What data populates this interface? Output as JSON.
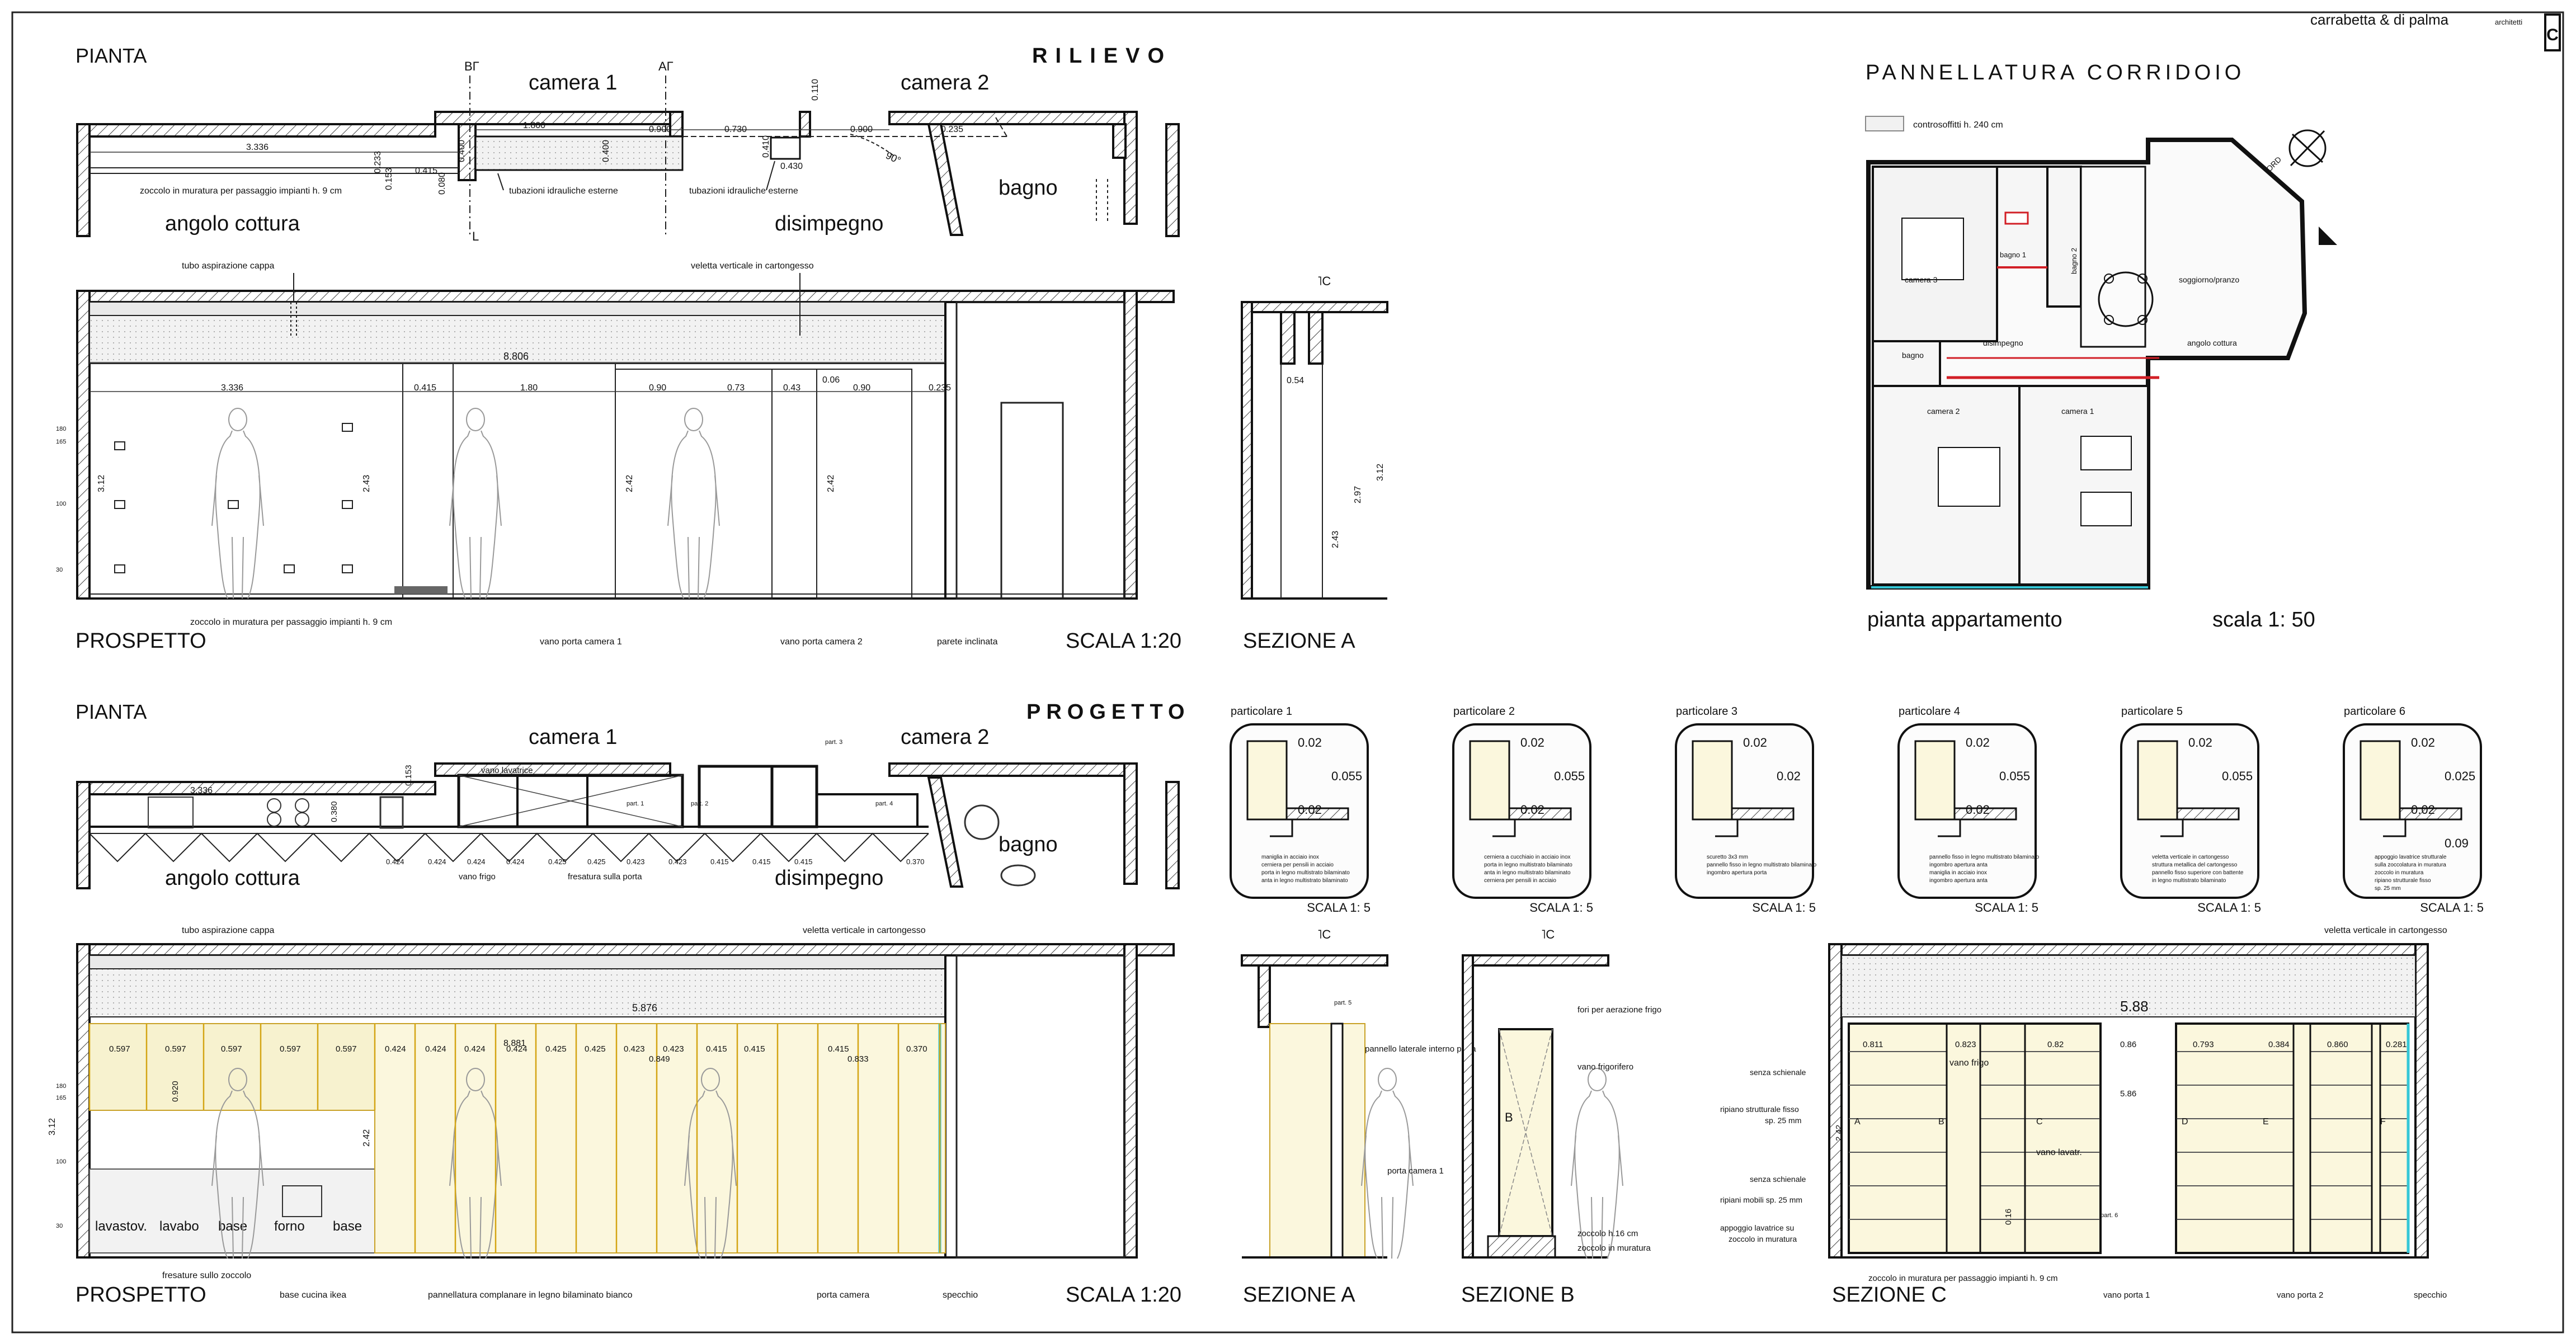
{
  "sheet": {
    "firm": "carrabetta & di palma",
    "firm_sub": "architetti",
    "logo": "C",
    "accent_red": "#d21f26",
    "accent_yellow": "#d4a514",
    "accent_cyan": "#35c7d6"
  },
  "rilievo": {
    "section_title": "RILIEVO",
    "pianta_label": "PIANTA",
    "prospetto_label": "PROSPETTO",
    "scale": "SCALA 1:20",
    "rooms": {
      "camera1": "camera 1",
      "camera2": "camera 2",
      "angolo_cottura": "angolo cottura",
      "disimpegno": "disimpegno",
      "bagno": "bagno"
    },
    "section_marks": {
      "b": "BΓ",
      "a": "AΓ",
      "c": "˥C",
      "l": "L",
      "g": "Γ"
    },
    "plan_dims": [
      "3.336",
      "0.415",
      "1.800",
      "0.900",
      "0.730",
      "0.900",
      "0.235",
      "0.110",
      "0.410",
      "0.430",
      "0.153",
      "0.233",
      "0.080",
      "0.400",
      "0.400",
      "90°"
    ],
    "plan_notes": [
      "zoccolo in muratura per passaggio impianti h. 9 cm",
      "tubazioni idrauliche esterne",
      "tubazioni idrauliche esterne"
    ],
    "elev_notes": [
      "tubo aspirazione cappa",
      "veletta verticale in cartongesso",
      "zoccolo in muratura per passaggio impianti h. 9 cm",
      "vano porta camera 1",
      "vano porta camera 2",
      "parete inclinata"
    ],
    "elev_dims": {
      "total": "8.806",
      "segments": [
        "3.336",
        "0.415",
        "1.80",
        "0.90",
        "0.73",
        "0.43",
        "0.90",
        "0.235"
      ],
      "small": "0.06",
      "heights": [
        "3.12",
        "2.43",
        "2.42",
        "2.42"
      ],
      "left_scale": [
        "180",
        "165",
        "100",
        "30"
      ]
    },
    "section_a": {
      "label": "SEZIONE A",
      "dims": [
        "0.54",
        "2.43",
        "2.97",
        "3.12"
      ]
    }
  },
  "plan_apartment": {
    "title": "PANNELLATURA CORRIDOIO",
    "legend": "controsoffitti h. 240 cm",
    "north": "NORD",
    "caption": "pianta appartamento",
    "scale": "scala 1: 50",
    "rooms": [
      "camera 3",
      "bagno 1",
      "bagno 2",
      "soggiorno/pranzo",
      "bagno",
      "disimpegno",
      "angolo cottura",
      "camera 2",
      "camera 1"
    ]
  },
  "progetto": {
    "section_title": "PROGETTO",
    "pianta_label": "PIANTA",
    "prospetto_label": "PROSPETTO",
    "scale": "SCALA 1:20",
    "rooms": {
      "camera1": "camera 1",
      "camera2": "camera 2",
      "angolo_cottura": "angolo cottura",
      "disimpegno": "disimpegno",
      "bagno": "bagno"
    },
    "plan_notes": [
      "vano lavatrice",
      "vano frigo",
      "fresatura sulla porta",
      "part. 1",
      "part. 2",
      "part. 3",
      "part. 4",
      "part. 5",
      "part. 6"
    ],
    "plan_dims": [
      "3.336",
      "0.380",
      "0.153",
      "0.424",
      "0.424",
      "0.424",
      "0.424",
      "0.425",
      "0.425",
      "0.423",
      "0.423",
      "0.415",
      "0.415",
      "0.415",
      "0.370"
    ],
    "elev_notes": [
      "tubo aspirazione cappa",
      "veletta verticale in cartongesso",
      "fresature sullo zoccolo",
      "base cucina ikea",
      "pannellatura complanare in legno bilaminato bianco",
      "porta camera",
      "specchio"
    ],
    "elev_dims": {
      "total": "5.876",
      "sub_total": "8.881",
      "kitchen": [
        "0.597",
        "0.597",
        "0.597",
        "0.597",
        "0.597"
      ],
      "panels": [
        "0.424",
        "0.424",
        "0.424",
        "0.424",
        "0.425",
        "0.425",
        "0.423",
        "0.423",
        "0.415",
        "0.415",
        "0.415",
        "0.370"
      ],
      "door1": "0.849",
      "door2": "0.833",
      "heights": [
        "3.12",
        "2.42",
        "0.920"
      ],
      "left_scale": [
        "180",
        "165",
        "100",
        "30"
      ]
    },
    "kitchen_units": [
      "lavastov.",
      "lavabo",
      "base",
      "forno",
      "base"
    ]
  },
  "details": [
    {
      "title": "particolare 1",
      "scale": "SCALA 1: 5",
      "dims": [
        "0.02",
        "0.055",
        "0.02"
      ],
      "notes": [
        "maniglia in acciaio inox",
        "cerniera per pensili in acciaio",
        "porta in legno multistrato bilaminato",
        "anta in legno multistrato bilaminato"
      ]
    },
    {
      "title": "particolare 2",
      "scale": "SCALA 1: 5",
      "dims": [
        "0.02",
        "0.055",
        "0.02"
      ],
      "notes": [
        "cerniera a cucchiaio in acciaio inox",
        "porta in legno multistrato bilaminato",
        "anta in legno multistrato bilaminato",
        "cerniera per pensili in acciaio"
      ]
    },
    {
      "title": "particolare 3",
      "scale": "SCALA 1: 5",
      "dims": [
        "0.02",
        "0.02"
      ],
      "notes": [
        "scuretto 3x3 mm",
        "pannello fisso in legno multistrato bilaminato",
        "ingombro apertura porta"
      ]
    },
    {
      "title": "particolare 4",
      "scale": "SCALA 1: 5",
      "dims": [
        "0.02",
        "0.055",
        "0.02"
      ],
      "notes": [
        "pannello fisso in legno multistrato bilaminato",
        "ingombro apertura anta",
        "maniglia in acciaio inox",
        "ingombro apertura anta"
      ]
    },
    {
      "title": "particolare 5",
      "scale": "SCALA 1: 5",
      "dims": [
        "0.02",
        "0.055"
      ],
      "notes": [
        "veletta verticale in cartongesso",
        "struttura metallica del cartongesso",
        "pannello fisso superiore con battente",
        "in legno multistrato bilaminato"
      ]
    },
    {
      "title": "particolare 6",
      "scale": "SCALA 1: 5",
      "dims": [
        "0.02",
        "0.025",
        "0.02",
        "0.09"
      ],
      "notes": [
        "appoggio lavatrice strutturale",
        "sulla zoccolatura in muratura",
        "zoccolo in muratura",
        "ripiano strutturale fisso",
        "sp. 25 mm"
      ]
    }
  ],
  "sezione_a_p": {
    "label": "SEZIONE A",
    "mark": "˥C",
    "notes": [
      "part. 5",
      "pannello laterale interno porta",
      "porta camera 1"
    ]
  },
  "sezione_b_p": {
    "label": "SEZIONE B",
    "mark": "˥C",
    "notes": [
      "fori per aerazione frigo",
      "vano frigorifero",
      "zoccolo h.16 cm",
      "zoccolo in muratura"
    ],
    "letter": "B"
  },
  "sezione_c_p": {
    "label": "SEZIONE C",
    "notes": [
      "veletta verticale in cartongesso",
      "senza schienale",
      "ripiano strutturale fisso",
      "sp. 25 mm",
      "senza schienale",
      "ripiani mobili sp. 25 mm",
      "appoggio lavatrice su",
      "zoccolo in muratura",
      "zoccolo in muratura per passaggio impianti h. 9 cm",
      "vano porta 1",
      "vano porta 2",
      "specchio",
      "vano frigo",
      "vano lavatr.",
      "part. 6"
    ],
    "dims": {
      "total": "5.88",
      "sub": "5.86",
      "cells": [
        "0.811",
        "0.823",
        "0.82",
        "0.86",
        "0.793",
        "0.384",
        "0.860",
        "0.281"
      ],
      "heights": [
        "2.42",
        "0.16"
      ]
    },
    "letters": [
      "A",
      "B",
      "C",
      "D",
      "E",
      "F"
    ]
  }
}
